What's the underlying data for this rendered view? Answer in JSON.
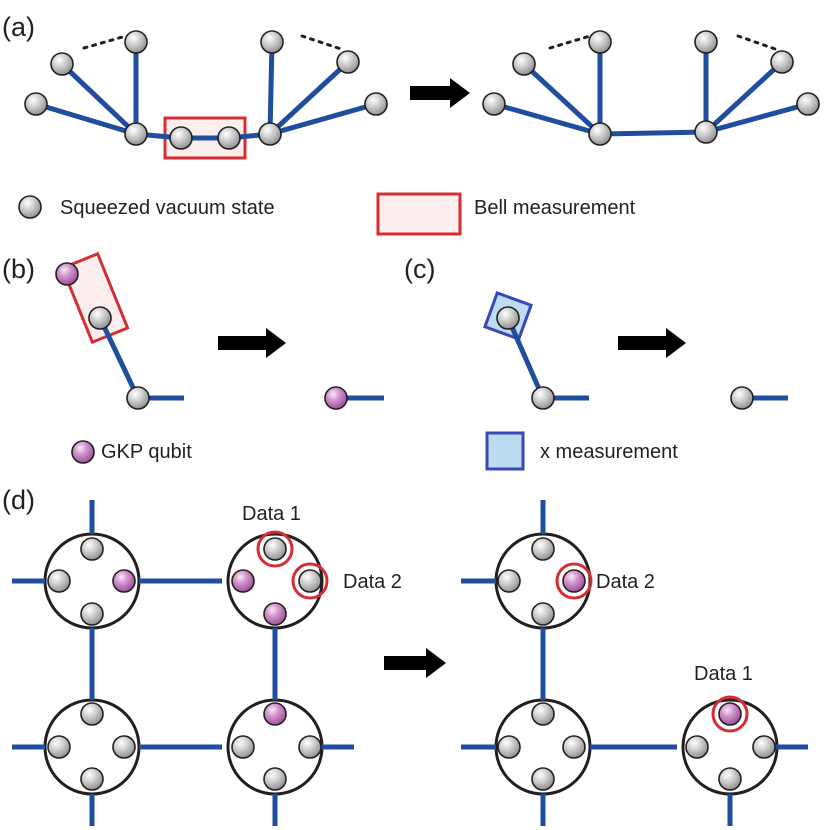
{
  "panels": {
    "a": "(a)",
    "b": "(b)",
    "c": "(c)",
    "d": "(d)"
  },
  "legend": {
    "squeezed": "Squeezed vacuum state",
    "bell": "Bell measurement",
    "gkp": "GKP qubit",
    "xmeas": "x measurement"
  },
  "labels": {
    "data1": "Data 1",
    "data2": "Data 2"
  },
  "colors": {
    "edge": "#1f4e9e",
    "arrow": "#000000",
    "node_gray": "#b8b8b8",
    "node_pink": "#c47fbf",
    "bell_stroke": "#d42e33",
    "bell_fill": "#fdeeee",
    "x_stroke": "#3a48b5",
    "x_fill": "#bcdcf2",
    "marker_red": "#d42e33",
    "cluster_ring": "#231f20"
  }
}
